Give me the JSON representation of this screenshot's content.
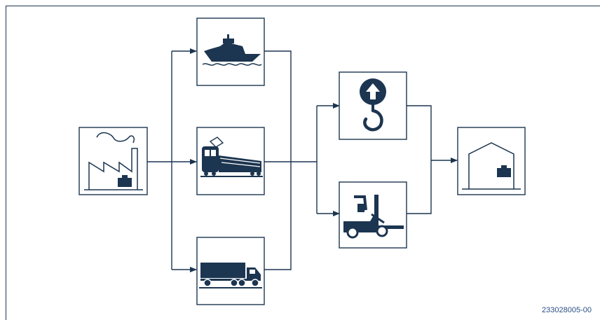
{
  "diagram": {
    "document_id": "233028005-00",
    "colors": {
      "ink": "#1c3550",
      "line": "#1c3550",
      "id_text": "#2b4f86",
      "box_fill": "#ffffff"
    },
    "nodes": [
      {
        "id": "factory",
        "icon": "factory-icon"
      },
      {
        "id": "ship",
        "icon": "ship-icon"
      },
      {
        "id": "train",
        "icon": "train-icon"
      },
      {
        "id": "truck",
        "icon": "truck-icon"
      },
      {
        "id": "crane-hook",
        "icon": "crane-hook-icon"
      },
      {
        "id": "forklift",
        "icon": "forklift-icon"
      },
      {
        "id": "warehouse",
        "icon": "warehouse-icon"
      }
    ]
  }
}
